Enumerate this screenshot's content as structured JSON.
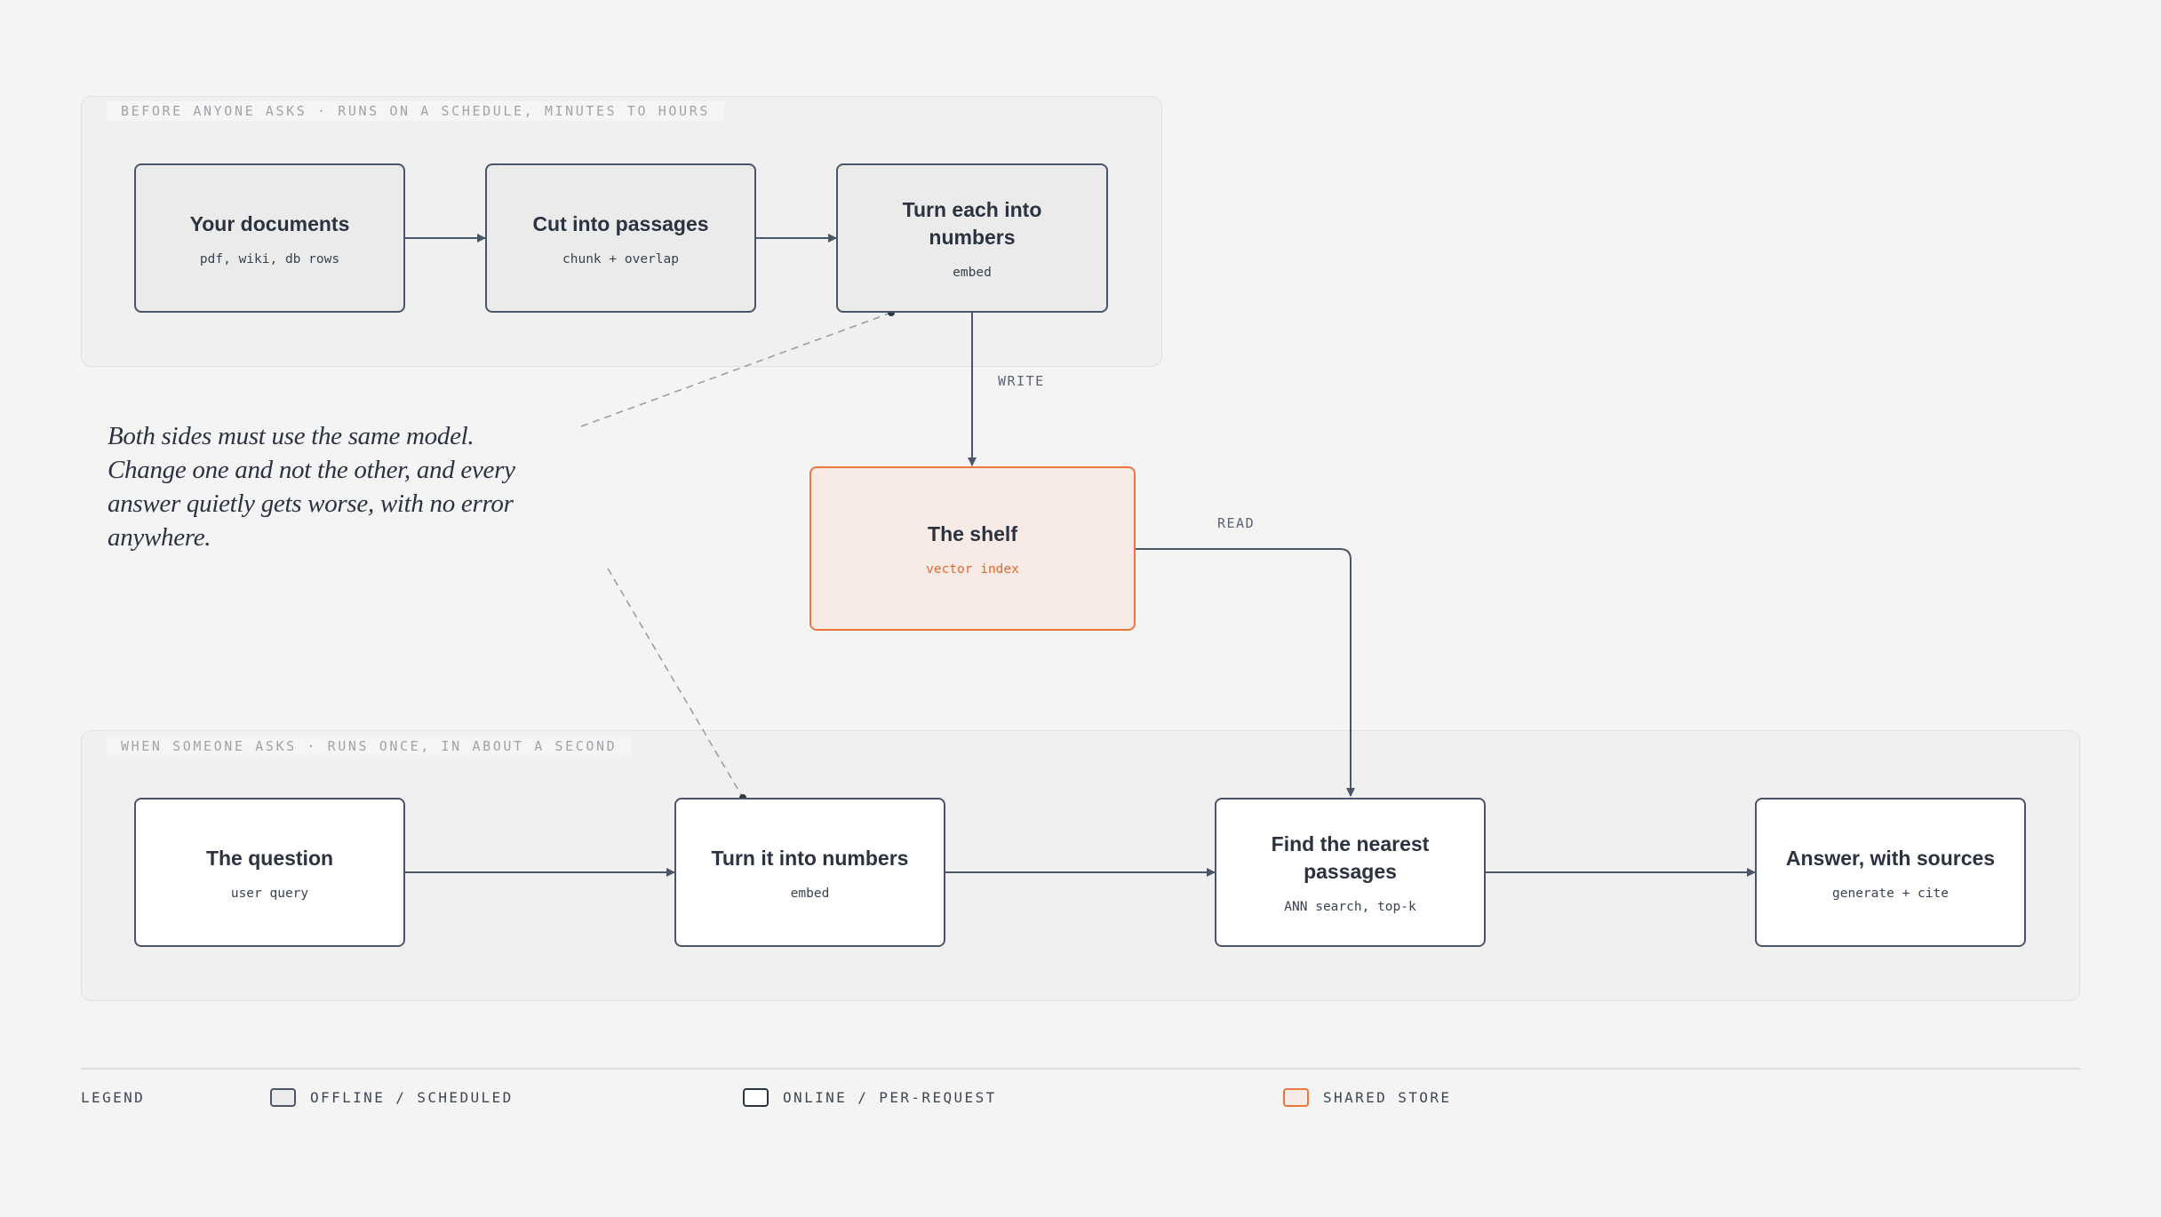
{
  "lanes": {
    "offline_label": "BEFORE ANYONE ASKS · RUNS ON A SCHEDULE, MINUTES TO HOURS",
    "online_label": "WHEN SOMEONE ASKS · RUNS ONCE, IN ABOUT A SECOND"
  },
  "offline_nodes": [
    {
      "title": "Your documents",
      "sub": "pdf, wiki, db rows"
    },
    {
      "title": "Cut into passages",
      "sub": "chunk + overlap"
    },
    {
      "title": "Turn each into numbers",
      "sub": "embed"
    }
  ],
  "store_node": {
    "title": "The shelf",
    "sub": "vector index"
  },
  "online_nodes": [
    {
      "title": "The question",
      "sub": "user query"
    },
    {
      "title": "Turn it into numbers",
      "sub": "embed"
    },
    {
      "title": "Find the nearest passages",
      "sub": "ANN search, top-k"
    },
    {
      "title": "Answer, with sources",
      "sub": "generate + cite"
    }
  ],
  "edge_labels": {
    "write": "WRITE",
    "read": "READ"
  },
  "note": "Both sides must use the same model. Change one and not the other, and every answer quietly gets worse, with no error anywhere.",
  "legend": {
    "title": "LEGEND",
    "offline": "OFFLINE / SCHEDULED",
    "online": "ONLINE / PER-REQUEST",
    "store": "SHARED STORE"
  },
  "colors": {
    "line": "#4a5568",
    "accent": "#e9773f",
    "store_fill": "#f8eae4",
    "offline_fill": "#ebebeb",
    "online_fill": "#ffffff"
  }
}
